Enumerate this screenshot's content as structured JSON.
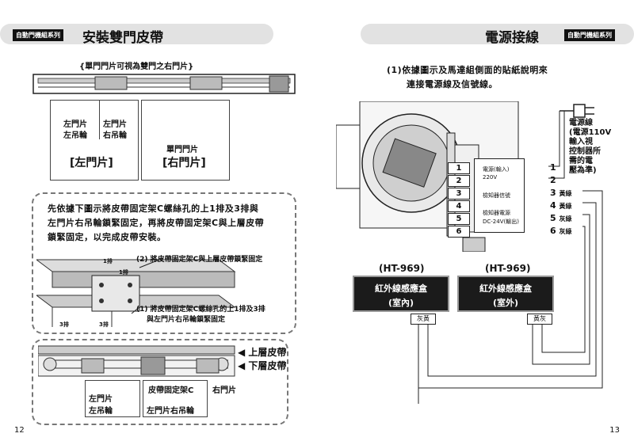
{
  "left": {
    "series_tag": "自動門機組系列",
    "title": "安裝雙門皮帶",
    "subtitle": "{單門門片可視為雙門之右門片}",
    "door_labels": {
      "left_leaf": "左門片",
      "left_wheel": "左吊輪",
      "right_leaf": "左門片",
      "right_wheel": "右吊輪",
      "single_leaf": "單門門片",
      "left_big": "[左門片]",
      "right_big": "[右門片]"
    },
    "instruction": [
      "先依據下圖示將皮帶固定架C螺絲孔的上1排及3排與",
      "左門片右吊輪鎖緊固定，再將皮帶固定架C與上層皮帶",
      "鎖緊固定，以完成皮帶安裝。"
    ],
    "detail": {
      "row1_a": "1排",
      "row1_b": "1排",
      "step2": "(2) 將皮帶固定架C與上層皮帶鎖緊固定",
      "step1_line1": "(1) 將皮帶固定架C螺絲孔的上1排及3排",
      "step1_line2": "與左門片右吊輪鎖緊固定",
      "row3_a": "3排",
      "row3_b": "3排"
    },
    "belt": {
      "upper": "上層皮帶",
      "lower": "下層皮帶",
      "left_leaf": "左門片",
      "left_wheel": "左吊輪",
      "bracket": "皮帶固定架C",
      "right_leaf": "右門片",
      "right_wheel": "左門片右吊輪"
    },
    "page_number": "12"
  },
  "right": {
    "series_tag": "自動門機組系列",
    "title": "電源接線",
    "instruction": [
      "(1)依據圖示及馬達組側面的貼紙說明來",
      "連接電源線及信號線。"
    ],
    "terminals": [
      "1",
      "2",
      "3",
      "4",
      "5",
      "6"
    ],
    "sticker": {
      "power": "電源(輸入)",
      "power_v": "220V",
      "sensor_signal": "檢知器信號",
      "sensor_power": "檢知器電源",
      "sensor_power_v": "DC-24V(輸出)"
    },
    "power_note": [
      "電源線",
      "(電源110V",
      "輸入視",
      "控制器所",
      "需的電",
      "壓為準)"
    ],
    "wire_list": [
      {
        "num": "1",
        "label": ""
      },
      {
        "num": "2",
        "label": ""
      },
      {
        "num": "3",
        "label": "黃綠"
      },
      {
        "num": "4",
        "label": "黃綠"
      },
      {
        "num": "5",
        "label": "灰綠"
      },
      {
        "num": "6",
        "label": "灰綠"
      }
    ],
    "sensor_model": "(HT-969)",
    "sensor_in": [
      "紅外線感應盒",
      "(室內)"
    ],
    "sensor_out": [
      "紅外線感應盒",
      "(室外)"
    ],
    "wire_tag_in": "灰黃",
    "wire_tag_out": "黃灰",
    "page_number": "13"
  }
}
